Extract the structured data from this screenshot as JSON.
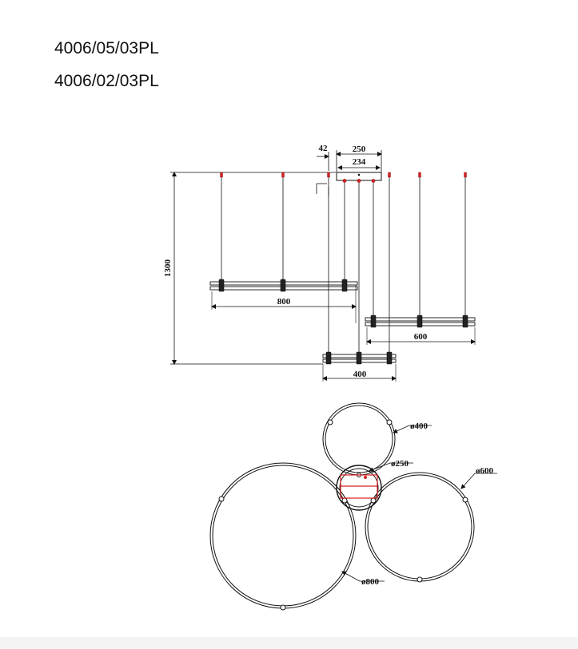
{
  "models": [
    "4006/05/03PL",
    "4006/02/03PL"
  ],
  "side_view": {
    "dimensions": {
      "height": "1300",
      "offset": "42",
      "canopy_width": "250",
      "canopy_inner": "234",
      "ring_large": "800",
      "ring_medium": "600",
      "ring_small": "400"
    }
  },
  "top_view": {
    "diameters": {
      "small": "ø400",
      "canopy": "ø250",
      "medium": "ø600",
      "large": "ø800"
    }
  },
  "colors": {
    "line": "#111111",
    "accent": "#d42020"
  }
}
